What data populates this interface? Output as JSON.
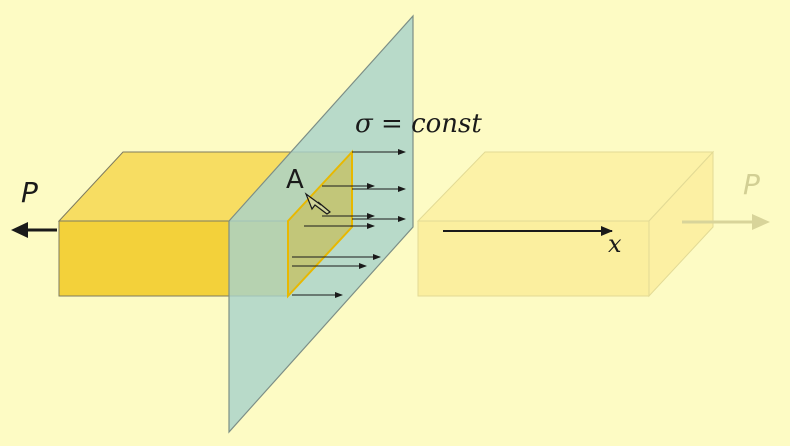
{
  "labels": {
    "force_left": "P",
    "force_right": "P",
    "area": "A",
    "stress": "σ = const",
    "axis_x": "x"
  },
  "colors": {
    "background": "#fdfbc4",
    "bar_front": "#f3d13a",
    "bar_top": "#f7de62",
    "plane": "#a9d4cf",
    "section_edge": "#e8b800",
    "ghost_bar": "#fbef9a",
    "ghost_arrow": "#d8d49a",
    "text": "#1a1a1a",
    "ghost_text": "#cfcb8e"
  }
}
